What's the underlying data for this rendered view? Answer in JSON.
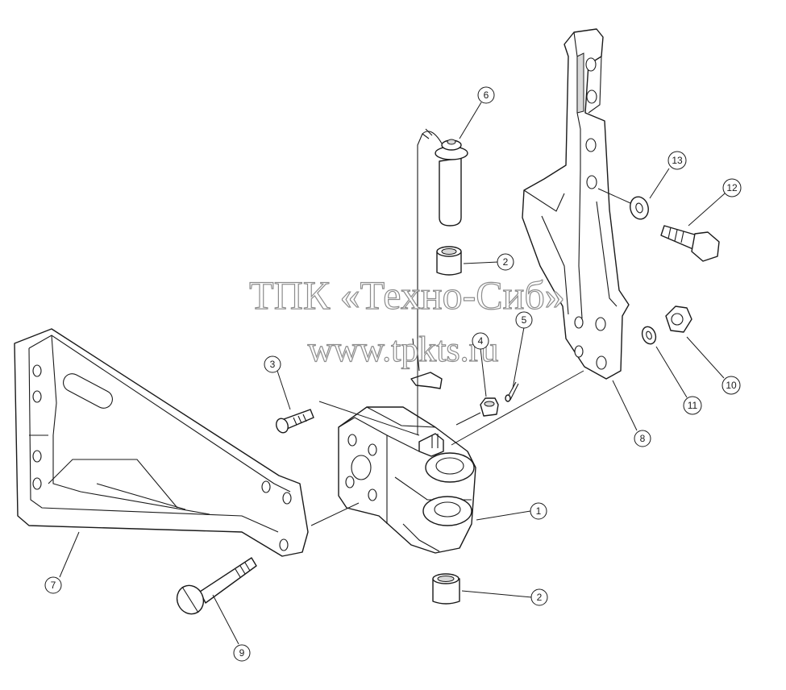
{
  "watermark": {
    "line1": "ТПК «Техно-Сиб»",
    "line2": "www.tpkts.ru"
  },
  "callouts": [
    {
      "id": "c1",
      "label": "1"
    },
    {
      "id": "c2a",
      "label": "2"
    },
    {
      "id": "c2b",
      "label": "2"
    },
    {
      "id": "c3",
      "label": "3"
    },
    {
      "id": "c4",
      "label": "4"
    },
    {
      "id": "c5",
      "label": "5"
    },
    {
      "id": "c6",
      "label": "6"
    },
    {
      "id": "c7",
      "label": "7"
    },
    {
      "id": "c8",
      "label": "8"
    },
    {
      "id": "c9",
      "label": "9"
    },
    {
      "id": "c10",
      "label": "10"
    },
    {
      "id": "c11",
      "label": "11"
    },
    {
      "id": "c12",
      "label": "12"
    },
    {
      "id": "c13",
      "label": "13"
    }
  ]
}
